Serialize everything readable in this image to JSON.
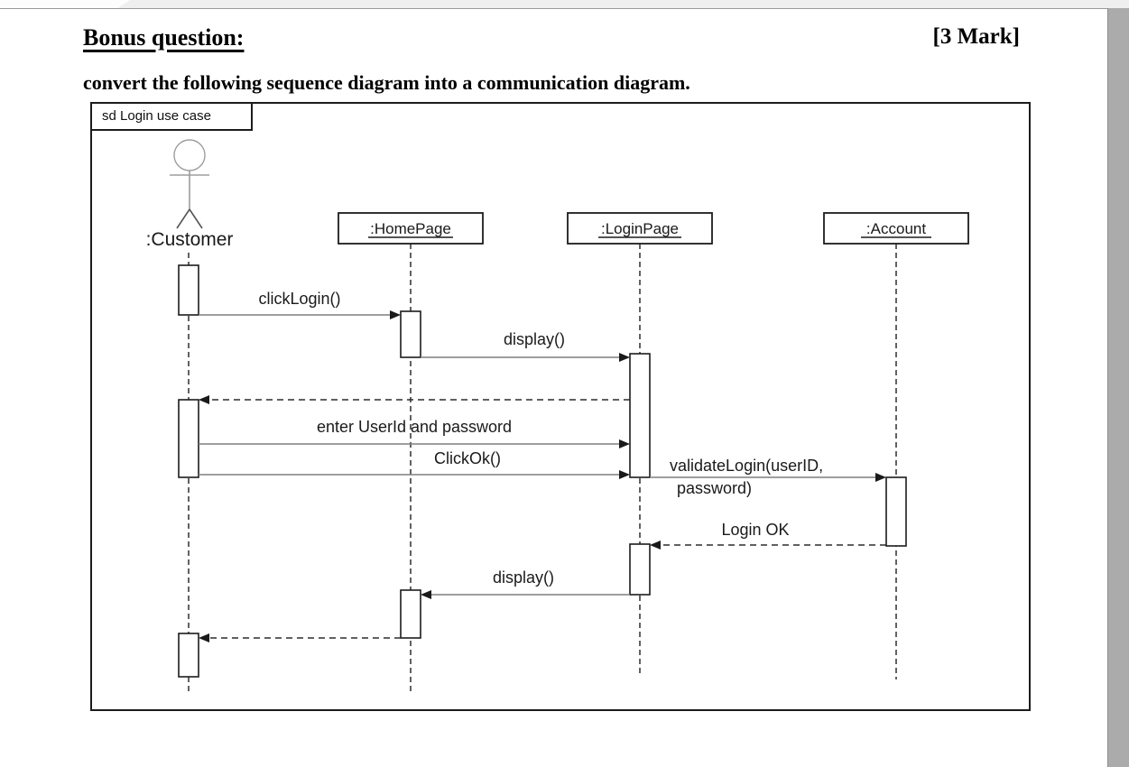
{
  "page": {
    "heading": "Bonus question:",
    "marks": "[3 Mark]",
    "instruction": "convert the following sequence diagram into a communication diagram."
  },
  "diagram": {
    "frame_label": "sd Login use case",
    "actor": {
      "name": ":Customer"
    },
    "objects": [
      {
        "name": ":HomePage"
      },
      {
        "name": ":LoginPage"
      },
      {
        "name": ":Account"
      }
    ],
    "messages": [
      {
        "label": "clickLogin()",
        "from": ":Customer",
        "to": ":HomePage",
        "kind": "solid-arrow"
      },
      {
        "label": "display()",
        "from": ":HomePage",
        "to": ":LoginPage",
        "kind": "solid-arrow"
      },
      {
        "label": "",
        "from": ":LoginPage",
        "to": ":Customer",
        "kind": "dashed-return"
      },
      {
        "label": "enter UserId and password",
        "from": ":Customer",
        "to": ":LoginPage",
        "kind": "solid-arrow"
      },
      {
        "label": "ClickOk()",
        "from": ":Customer",
        "to": ":LoginPage",
        "kind": "solid-arrow"
      },
      {
        "label": "validateLogin(userID, password)",
        "lines": [
          "validateLogin(userID,",
          "password)"
        ],
        "from": ":LoginPage",
        "to": ":Account",
        "kind": "solid-arrow"
      },
      {
        "label": "Login OK",
        "from": ":Account",
        "to": ":LoginPage",
        "kind": "dashed-return"
      },
      {
        "label": "display()",
        "from": ":LoginPage",
        "to": ":HomePage",
        "kind": "solid-arrow"
      },
      {
        "label": "",
        "from": ":HomePage",
        "to": ":Customer",
        "kind": "dashed-return"
      }
    ],
    "colors": {
      "message_line": "#7f7f7f",
      "dashed_line": "#2b2b2b",
      "shape_border": "#1c1c1c",
      "actor_stroke": "#9d9d9d",
      "page_edge_gray": "#ababab"
    }
  }
}
